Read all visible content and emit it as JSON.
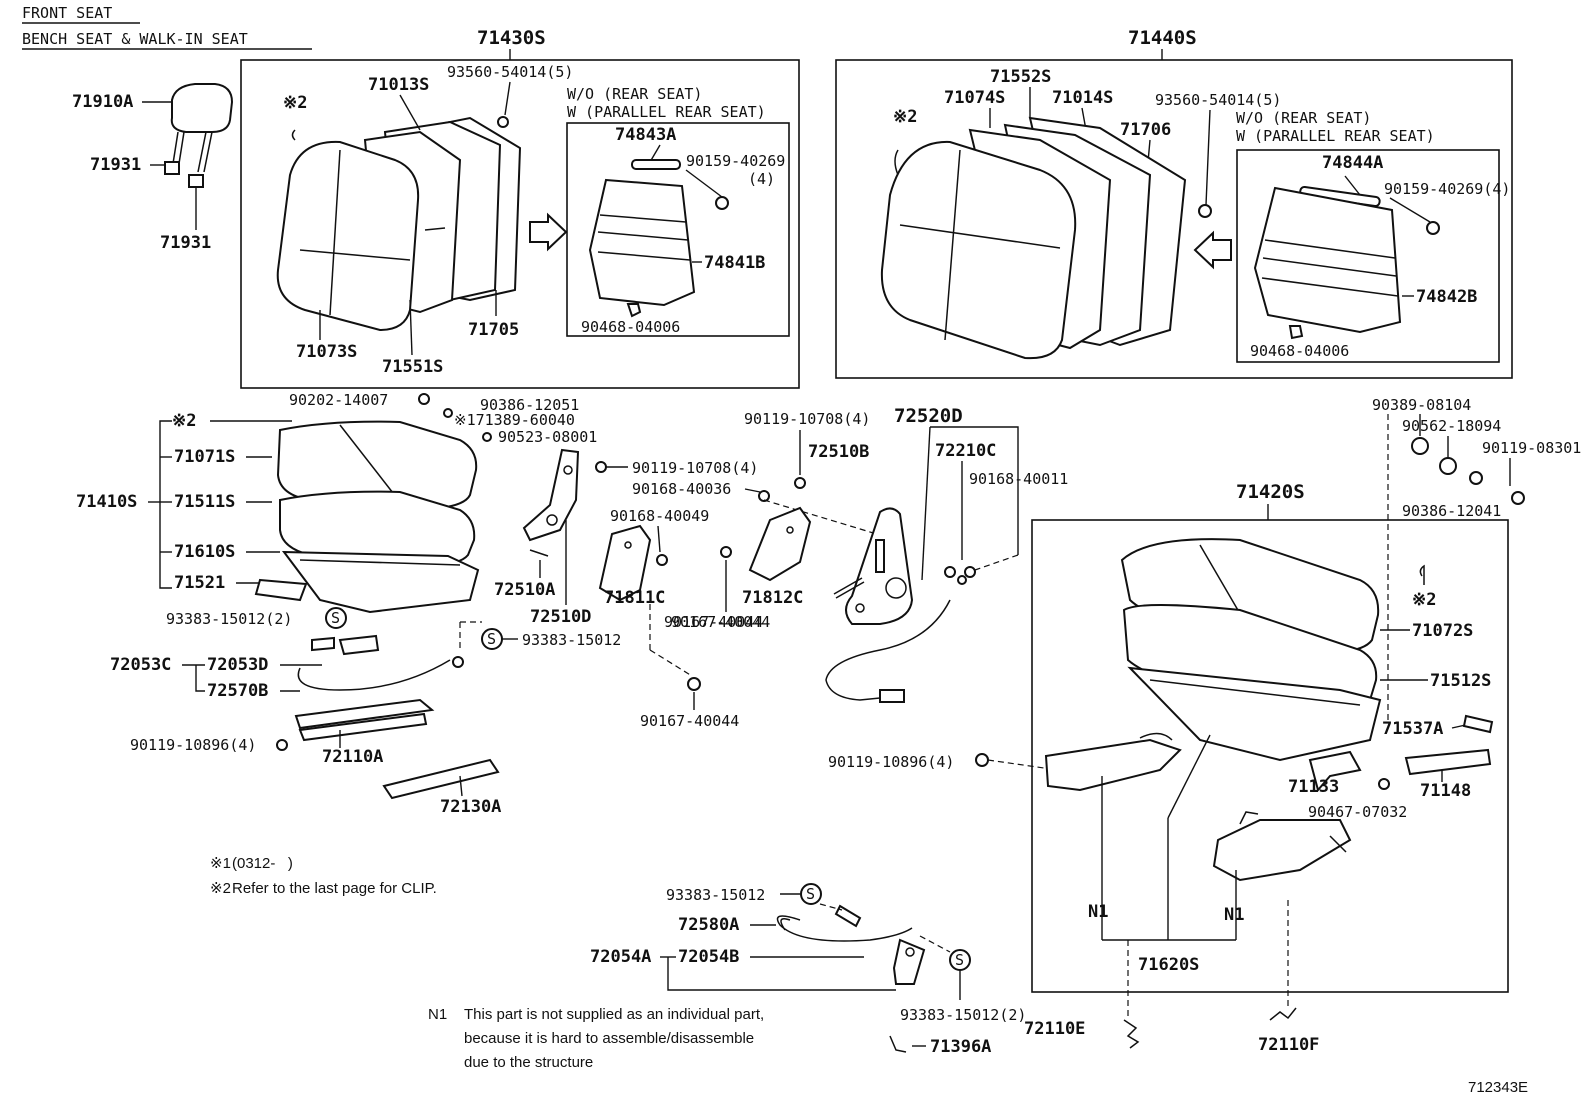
{
  "header": {
    "line1": "FRONT SEAT",
    "line2": "BENCH SEAT & WALK-IN SEAT"
  },
  "figure_id": "712343E",
  "footnotes": {
    "n1_mark": "※1",
    "n1_text": "(0312-   )",
    "n2_mark": "※2",
    "n2_text": "Refer to the last page for CLIP.",
    "n_mark": "N1",
    "n_line1": "This part is not supplied as an individual part,",
    "n_line2": "because it is hard to assemble/disassemble",
    "n_line3": "due to the structure"
  },
  "seatback_left": {
    "group": "71430S",
    "parts": [
      "71910A",
      "71931",
      "71931",
      "※2",
      "71013S",
      "93560-54014(5)",
      "W/O (REAR SEAT)",
      "W (PARALLEL REAR SEAT)",
      "74843A",
      "90159-40269",
      "(4)",
      "74841B",
      "90468-04006",
      "71073S",
      "71551S",
      "71705",
      "90202-14007"
    ]
  },
  "seatback_right": {
    "group": "71440S",
    "parts": [
      "71552S",
      "71074S",
      "71014S",
      "93560-54014(5)",
      "※2",
      "71706",
      "W/O (REAR SEAT)",
      "W (PARALLEL REAR SEAT)",
      "74844A",
      "90159-40269(4)",
      "74842B",
      "90468-04006"
    ]
  },
  "cushion_left": {
    "parts": [
      "※2",
      "71071S",
      "71410S",
      "71511S",
      "71610S",
      "71521",
      "93383-15012(2)",
      "S",
      "72053C",
      "72053D",
      "72570B",
      "S",
      "93383-15012",
      "90119-10896(4)",
      "72110A",
      "72130A"
    ]
  },
  "hinge_center": {
    "parts": [
      "90386-12051",
      "※171389-60040",
      "90523-08001",
      "90119-10708(4)",
      "90168-40036",
      "90168-40049",
      "72510A",
      "72510D",
      "71811C",
      "90167-40044",
      "90167-40044"
    ]
  },
  "recliner": {
    "parts": [
      "90119-10708(4)",
      "72520D",
      "72510B",
      "72210C",
      "90168-40011",
      "71812C",
      "90167-40044"
    ]
  },
  "cushion_right": {
    "group": "71420S",
    "parts": [
      "90389-08104",
      "90562-18094",
      "90119-08301",
      "90386-12041",
      "※2",
      "71072S",
      "71512S",
      "71537A",
      "71133",
      "71148",
      "90467-07032",
      "90119-10896(4)",
      "N1",
      "N1",
      "71620S",
      "72110E",
      "72110F"
    ]
  },
  "bottom_cable": {
    "parts": [
      "93383-15012",
      "S",
      "72580A",
      "72054A",
      "72054B",
      "S",
      "93383-15012(2)",
      "71396A"
    ]
  }
}
